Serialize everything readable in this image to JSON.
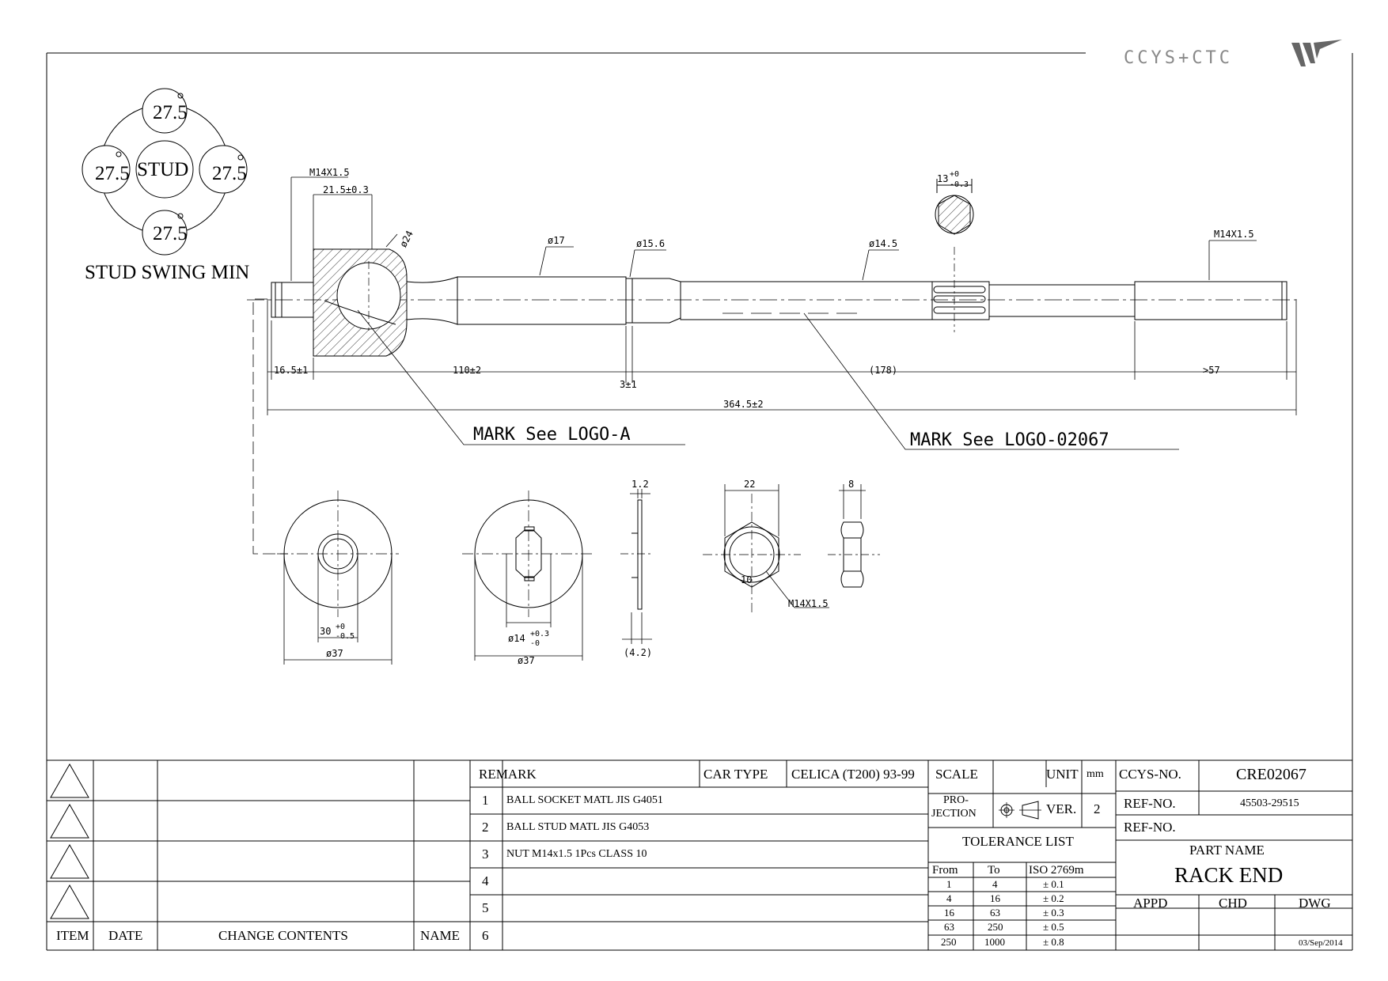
{
  "logo": {
    "text": "CCYS+CTC"
  },
  "stud_swing": {
    "center_label": "STUD",
    "angles": {
      "top": "27.5",
      "left": "27.5",
      "right": "27.5",
      "bottom": "27.5"
    },
    "degree_mark": "°",
    "caption": "STUD SWING MIN"
  },
  "dimensions": {
    "thread_left": "M14X1.5",
    "socket_length": "21.5±0.3",
    "ball_dia": "ø24",
    "dia_17": "ø17",
    "dia_15_6": "ø15.6",
    "dia_14_5": "ø14.5",
    "hex_size": "13",
    "hex_tol_upper": "+0",
    "hex_tol_lower": "-0.3",
    "thread_right": "M14X1.5",
    "d_16_5": "16.5±1",
    "d_110": "110±2",
    "d_3": "3±1",
    "d_178": "(178)",
    "d_57": ">57",
    "d_total": "364.5±2",
    "mark_a": "MARK See LOGO-A",
    "mark_b": "MARK See LOGO-02067",
    "washer1_inner": "30",
    "washer1_inner_upper": "+0",
    "washer1_inner_lower": "-0.5",
    "washer1_outer": "ø37",
    "washer2_inner": "ø14",
    "washer2_inner_upper": "+0.3",
    "washer2_inner_lower": "-0",
    "washer2_outer": "ø37",
    "washer_thk": "1.2",
    "washer_total": "(4.2)",
    "nut_width": "22",
    "nut_thk": "8",
    "nut_ten": "10",
    "nut_thread": "M14X1.5"
  },
  "revision": {
    "headers": {
      "item": "ITEM",
      "date": "DATE",
      "contents": "CHANGE CONTENTS",
      "name": "NAME"
    }
  },
  "remark": {
    "label": "REMARK",
    "car_type_label": "CAR TYPE",
    "car_type": "CELICA (T200) 93-99",
    "rows": [
      {
        "no": "1",
        "text": "BALL SOCKET MATL JIS G4051"
      },
      {
        "no": "2",
        "text": "BALL STUD MATL JIS G4053"
      },
      {
        "no": "3",
        "text": "NUT M14x1.5 1Pcs CLASS 10"
      },
      {
        "no": "4",
        "text": ""
      },
      {
        "no": "5",
        "text": ""
      },
      {
        "no": "6",
        "text": ""
      }
    ]
  },
  "spec": {
    "scale_label": "SCALE",
    "scale_value": "",
    "unit_label": "UNIT",
    "unit_value": "mm",
    "projection_label_1": "PRO-",
    "projection_label_2": "JECTION",
    "ver_label": "VER.",
    "ver_value": "2"
  },
  "tolerance": {
    "title": "TOLERANCE LIST",
    "headers": {
      "from": "From",
      "to": "To",
      "iso": "ISO 2769m"
    },
    "rows": [
      {
        "from": "1",
        "to": "4",
        "tol": "± 0.1"
      },
      {
        "from": "4",
        "to": "16",
        "tol": "± 0.2"
      },
      {
        "from": "16",
        "to": "63",
        "tol": "± 0.3"
      },
      {
        "from": "63",
        "to": "250",
        "tol": "± 0.5"
      },
      {
        "from": "250",
        "to": "1000",
        "tol": "± 0.8"
      }
    ]
  },
  "part": {
    "ccys_label": "CCYS-NO.",
    "ccys_no": "CRE02067",
    "ref_label": "REF-NO.",
    "ref_no": "45503-29515",
    "ref_label_2": "REF-NO.",
    "ref_no_2": "",
    "part_name_label": "PART NAME",
    "part_name": "RACK END",
    "appd": "APPD",
    "chd": "CHD",
    "dwg": "DWG",
    "date": "03/Sep/2014"
  }
}
